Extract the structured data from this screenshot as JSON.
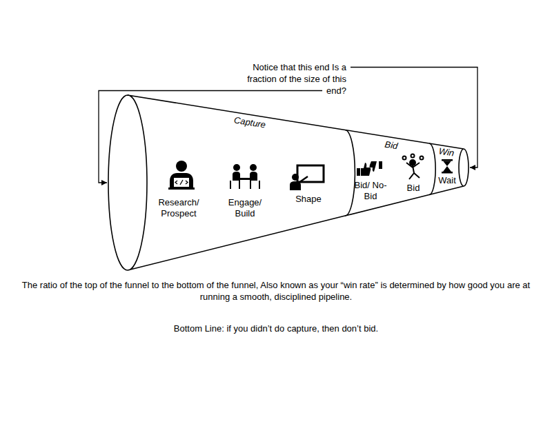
{
  "diagram": {
    "nodes": [
      {
        "text": [
          "Capture",
          "Research/ Prospect",
          "Engage/ Build",
          "Shape"
        ]
      },
      {
        "text": [
          "Bid",
          "Bid/ No-Bid",
          "Bid"
        ]
      },
      {
        "text": [
          "Win",
          "Wait"
        ]
      }
    ],
    "labels": [
      "Notice that this end Is a fraction of the size of this end?",
      "The ratio of the top of the funnel to the bottom of the funnel, Also known as your “win rate” is determined by how good you are at running a smooth, disciplined pipeline.",
      "Bottom Line: if you didn’t do capture, then don’t bid."
    ]
  }
}
